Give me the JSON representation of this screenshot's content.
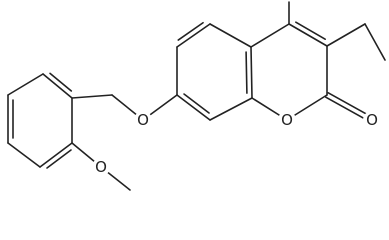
{
  "molecule": {
    "atom_labels": {
      "ether_oxygen": "O",
      "ring_oxygen": "O",
      "carbonyl_oxygen": "O",
      "methoxy_oxygen": "O"
    },
    "bond_color": "#222222",
    "label_color": "#222222",
    "background": "#ffffff"
  }
}
